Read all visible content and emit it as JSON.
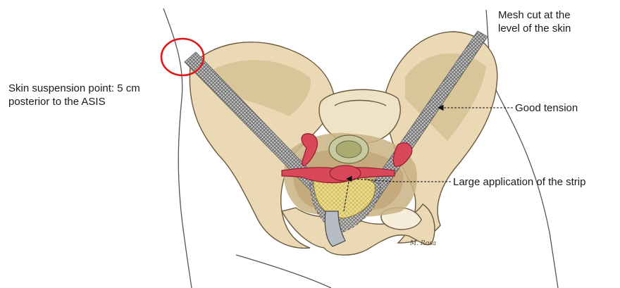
{
  "labels": {
    "suspension_point": {
      "line1": "Skin suspension point: 5 cm",
      "line2": "posterior to the ASIS"
    },
    "mesh_cut": {
      "line1": "Mesh cut at the",
      "line2": "level of the skin"
    },
    "good_tension": "Good tension",
    "large_application": "Large application of the strip"
  },
  "signature": "M. Rosa",
  "colors": {
    "bone": "#ead9b4",
    "bone_shadow": "#c9b184",
    "bone_outline": "#6b5a3e",
    "mesh": "#8c8c8c",
    "uterus": "#d9485a",
    "bladder": "#e6d67a",
    "rectum": "#c8c9a0",
    "marker_circle": "#e01818",
    "skin_line": "#444444"
  }
}
